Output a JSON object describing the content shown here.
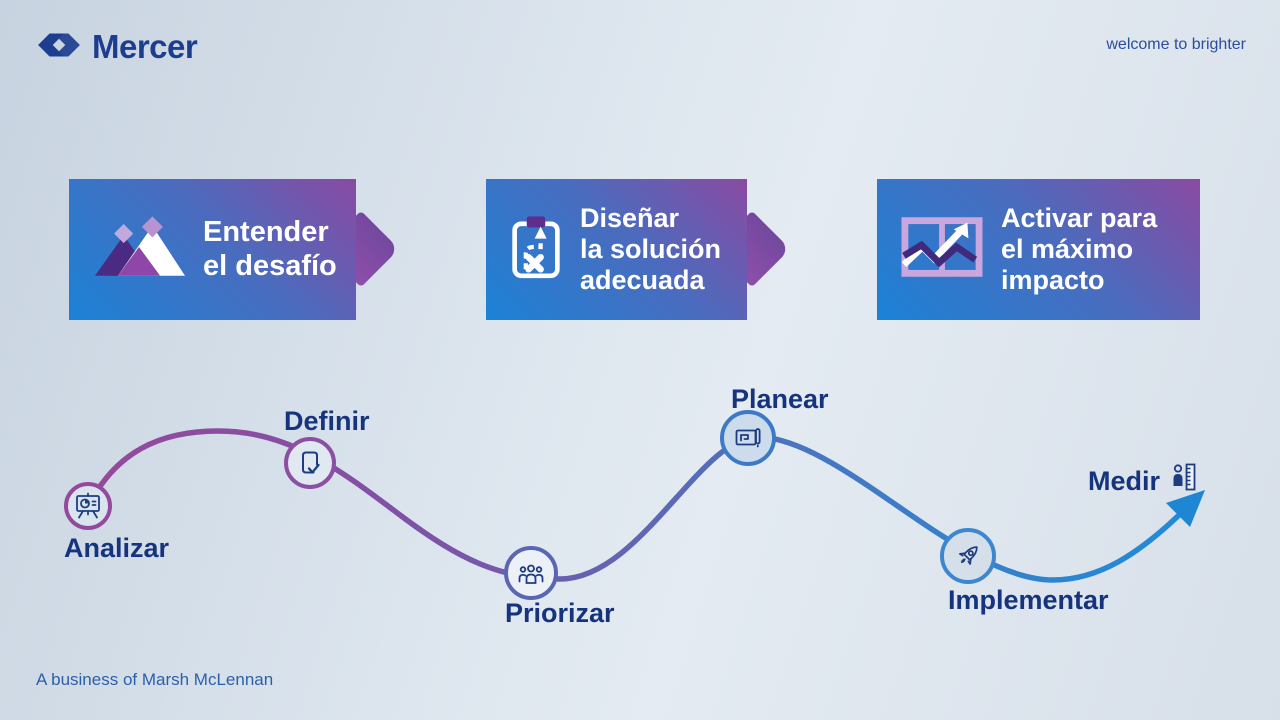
{
  "header": {
    "brand": "Mercer",
    "tagline": "welcome to brighter"
  },
  "banners": [
    {
      "title": "Entender\nel desafío",
      "icon": "mountains-icon"
    },
    {
      "title": "Diseñar\nla solución\nadecuada",
      "icon": "clipboard-route-icon"
    },
    {
      "title": "Activar para\nel máximo\nimpacto",
      "icon": "window-chart-icon"
    }
  ],
  "journey": {
    "steps": [
      {
        "label": "Analizar",
        "icon": "easel-chart-icon"
      },
      {
        "label": "Definir",
        "icon": "document-check-icon"
      },
      {
        "label": "Priorizar",
        "icon": "people-icon"
      },
      {
        "label": "Planear",
        "icon": "blueprint-icon"
      },
      {
        "label": "Implementar",
        "icon": "rocket-icon"
      },
      {
        "label": "Medir",
        "icon": "measure-height-icon"
      }
    ]
  },
  "footer": {
    "text": "A business of Marsh McLennan"
  },
  "colors": {
    "banner_blue": "#1b82d6",
    "banner_purple": "#8a4aa2",
    "curve_purple": "#95499c",
    "curve_blue": "#1f8cd8",
    "label_navy": "#16337e",
    "brand_navy": "#1d3d8f",
    "tagline_blue": "#2a4d9e",
    "footer_blue": "#2d5fa8"
  }
}
